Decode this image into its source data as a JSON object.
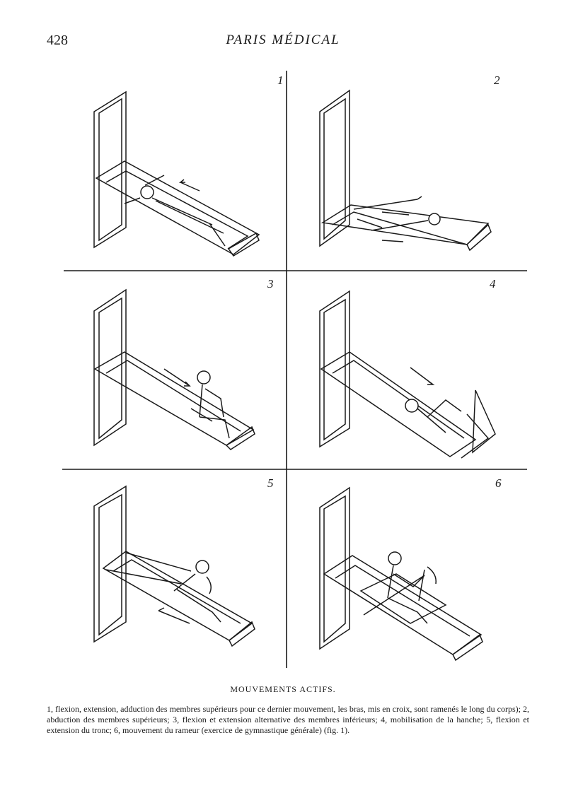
{
  "header": {
    "page_number": "428",
    "journal_title": "PARIS MÉDICAL"
  },
  "figures": [
    {
      "number": "1"
    },
    {
      "number": "2"
    },
    {
      "number": "3"
    },
    {
      "number": "4"
    },
    {
      "number": "5"
    },
    {
      "number": "6"
    }
  ],
  "caption": {
    "title": "MOUVEMENTS ACTIFS.",
    "text": "1, flexion, extension, adduction des membres supérieurs pour ce dernier mouvement, les bras, mis en croix, sont ramenés le long du corps); 2, abduction des membres supérieurs; 3, flexion et extension alternative des membres inférieurs; 4, mobilisation de la hanche; 5, flexion et extension du tronc; 6, mouvement du rameur (exercice de gymnastique générale) (fig. 1)."
  }
}
